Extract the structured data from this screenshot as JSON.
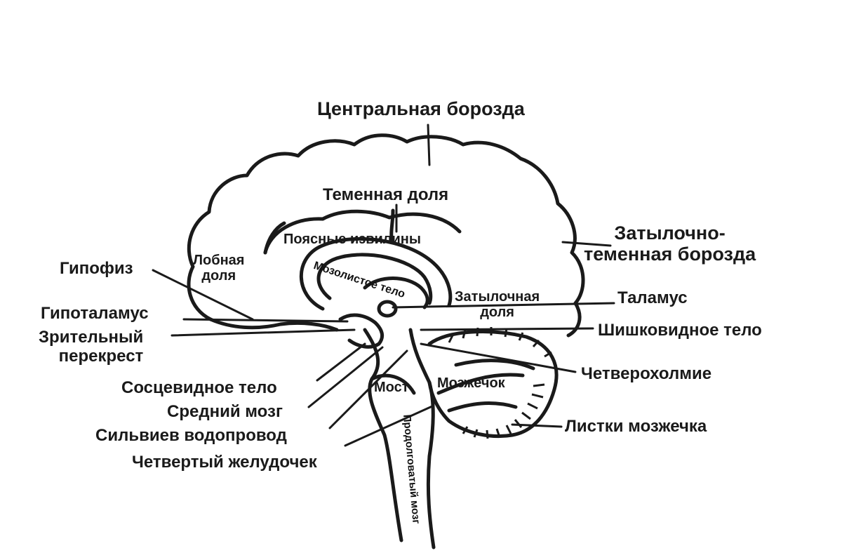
{
  "labels": {
    "central_sulcus": "Центральная борозда",
    "parietal_lobe": "Теменная доля",
    "cingulate_gyri": "Поясные извилины",
    "corpus_callosum": "Мозолистое тело",
    "frontal_lobe": "Лобная\nдоля",
    "occipital_lobe": "Затылочная\nдоля",
    "parieto_occipital_sulcus": "Затылочно-\nтеменная борозда",
    "pituitary": "Гипофиз",
    "hypothalamus": "Гипоталамус",
    "optic_chiasm": "Зрительный\nперекрест",
    "thalamus": "Таламус",
    "pineal_body": "Шишковидное тело",
    "quadrigemina": "Четверохолмие",
    "mammillary_body": "Сосцевидное тело",
    "midbrain": "Средний мозг",
    "sylvian_aqueduct": "Сильвиев водопровод",
    "fourth_ventricle": "Четвертый желудочек",
    "pons": "Мост",
    "cerebellum": "Мозжечок",
    "cerebellar_folia": "Листки мозжечка",
    "spinal_cord": "Продолговатый мозг"
  },
  "colors": {
    "ink": "#1a1a1a",
    "background": "#ffffff"
  }
}
